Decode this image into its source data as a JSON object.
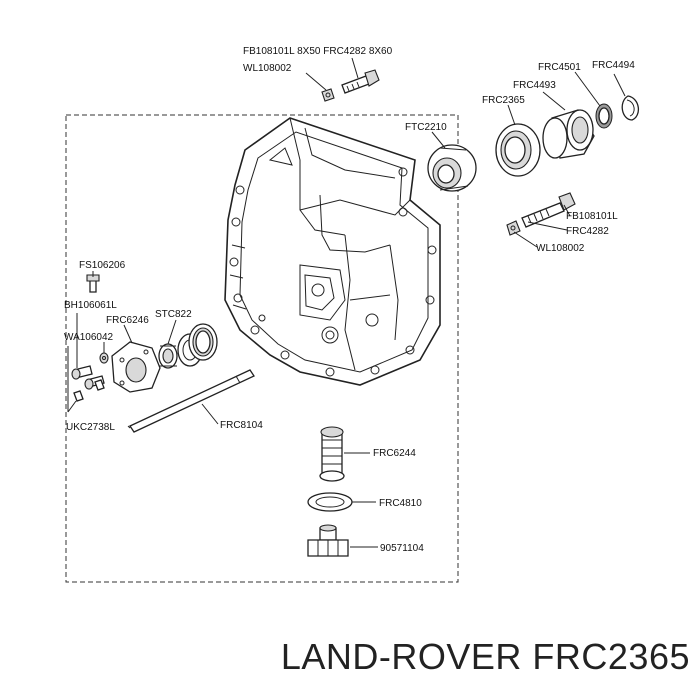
{
  "labels": {
    "fb108101l_top": "FB108101L 8X50 FRC4282 8X60",
    "wl108002_top": "WL108002",
    "frc4501": "FRC4501",
    "frc4494": "FRC4494",
    "frc4493": "FRC4493",
    "frc2365": "FRC2365",
    "ftc2210": "FTC2210",
    "fb108101l_right": "FB108101L",
    "frc4282_right": "FRC4282",
    "wl108002_right": "WL108002",
    "fs106206": "FS106206",
    "bh106061l": "BH106061L",
    "frc6246": "FRC6246",
    "stc822": "STC822",
    "wa106042": "WA106042",
    "ukc2738l": "UKC2738L",
    "frc8104": "FRC8104",
    "frc6244": "FRC6244",
    "frc4810": "FRC4810",
    "p90571104": "90571104"
  },
  "footer": {
    "title": "LAND-ROVER FRC2365"
  }
}
